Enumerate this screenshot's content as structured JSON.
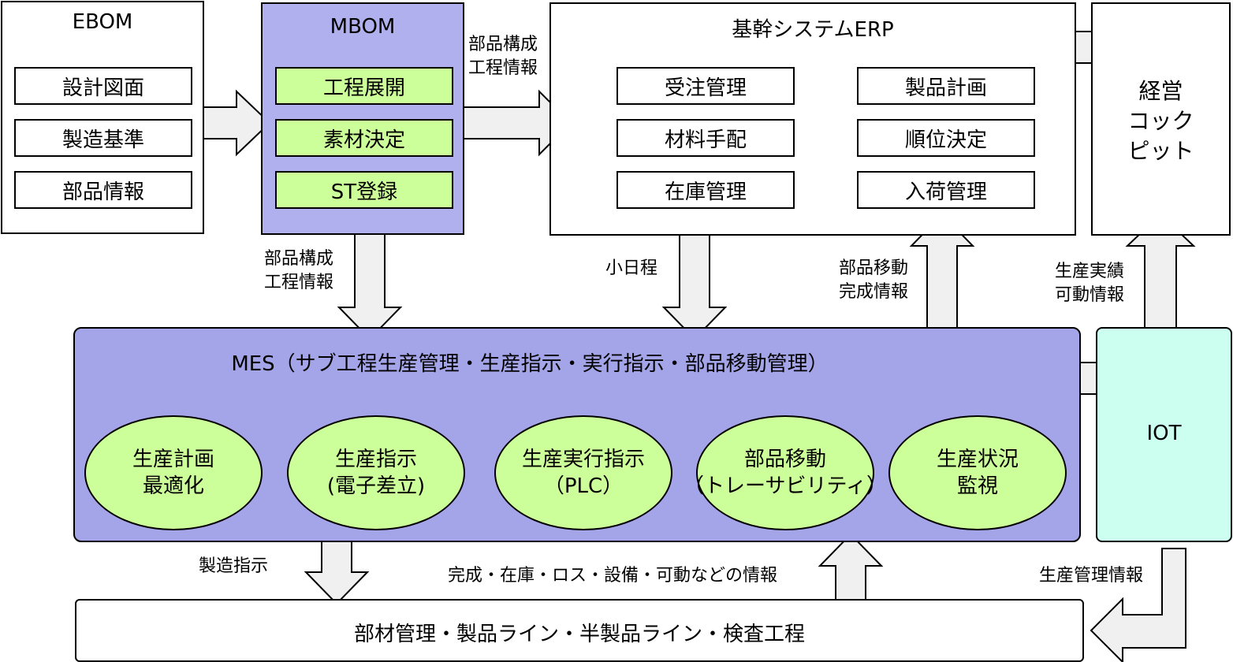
{
  "ebom": {
    "title": "EBOM",
    "items": [
      "設計図面",
      "製造基準",
      "部品情報"
    ]
  },
  "mbom": {
    "title": "MBOM",
    "items": [
      "工程展開",
      "素材決定",
      "ST登録"
    ]
  },
  "erp": {
    "title": "基幹システムERP",
    "items": [
      "受注管理",
      "製品計画",
      "材料手配",
      "順位決定",
      "在庫管理",
      "入荷管理"
    ]
  },
  "cockpit": {
    "lines": [
      "経営",
      "コック",
      "ピット"
    ]
  },
  "mes": {
    "title": "MES（サブ工程生産管理・生産指示・実行指示・部品移動管理）",
    "ellipses": [
      {
        "line1": "生産計画",
        "line2": "最適化"
      },
      {
        "line1": "生産指示",
        "line2": "(電子差立)"
      },
      {
        "line1": "生産実行指示",
        "line2": "（PLC）"
      },
      {
        "line1": "部品移動",
        "line2": "（トレーサビリティ）"
      },
      {
        "line1": "生産状況",
        "line2": "監視"
      }
    ]
  },
  "iot": {
    "title": "IOT"
  },
  "shopfloor": {
    "title": "部材管理・製品ライン・半製品ライン・検査工程"
  },
  "labels": {
    "mbom_to_erp": [
      "部品構成",
      "工程情報"
    ],
    "mbom_to_mes": [
      "部品構成",
      "工程情報"
    ],
    "erp_to_mes": "小日程",
    "mes_to_erp": [
      "部品移動",
      "完成情報"
    ],
    "iot_to_cockpit": [
      "生産実績",
      "可動情報"
    ],
    "mes_to_floor": "製造指示",
    "floor_to_mes": "完成・在庫・ロス・設備・可動などの情報",
    "iot_to_floor": "生産管理情報"
  },
  "colors": {
    "mbom_fill": "#b0b0ee",
    "mes_fill": "#a4a4e8",
    "green_fill": "#ccff99",
    "iot_fill": "#ccfff0",
    "arrow_fill": "#f0f0f0"
  }
}
